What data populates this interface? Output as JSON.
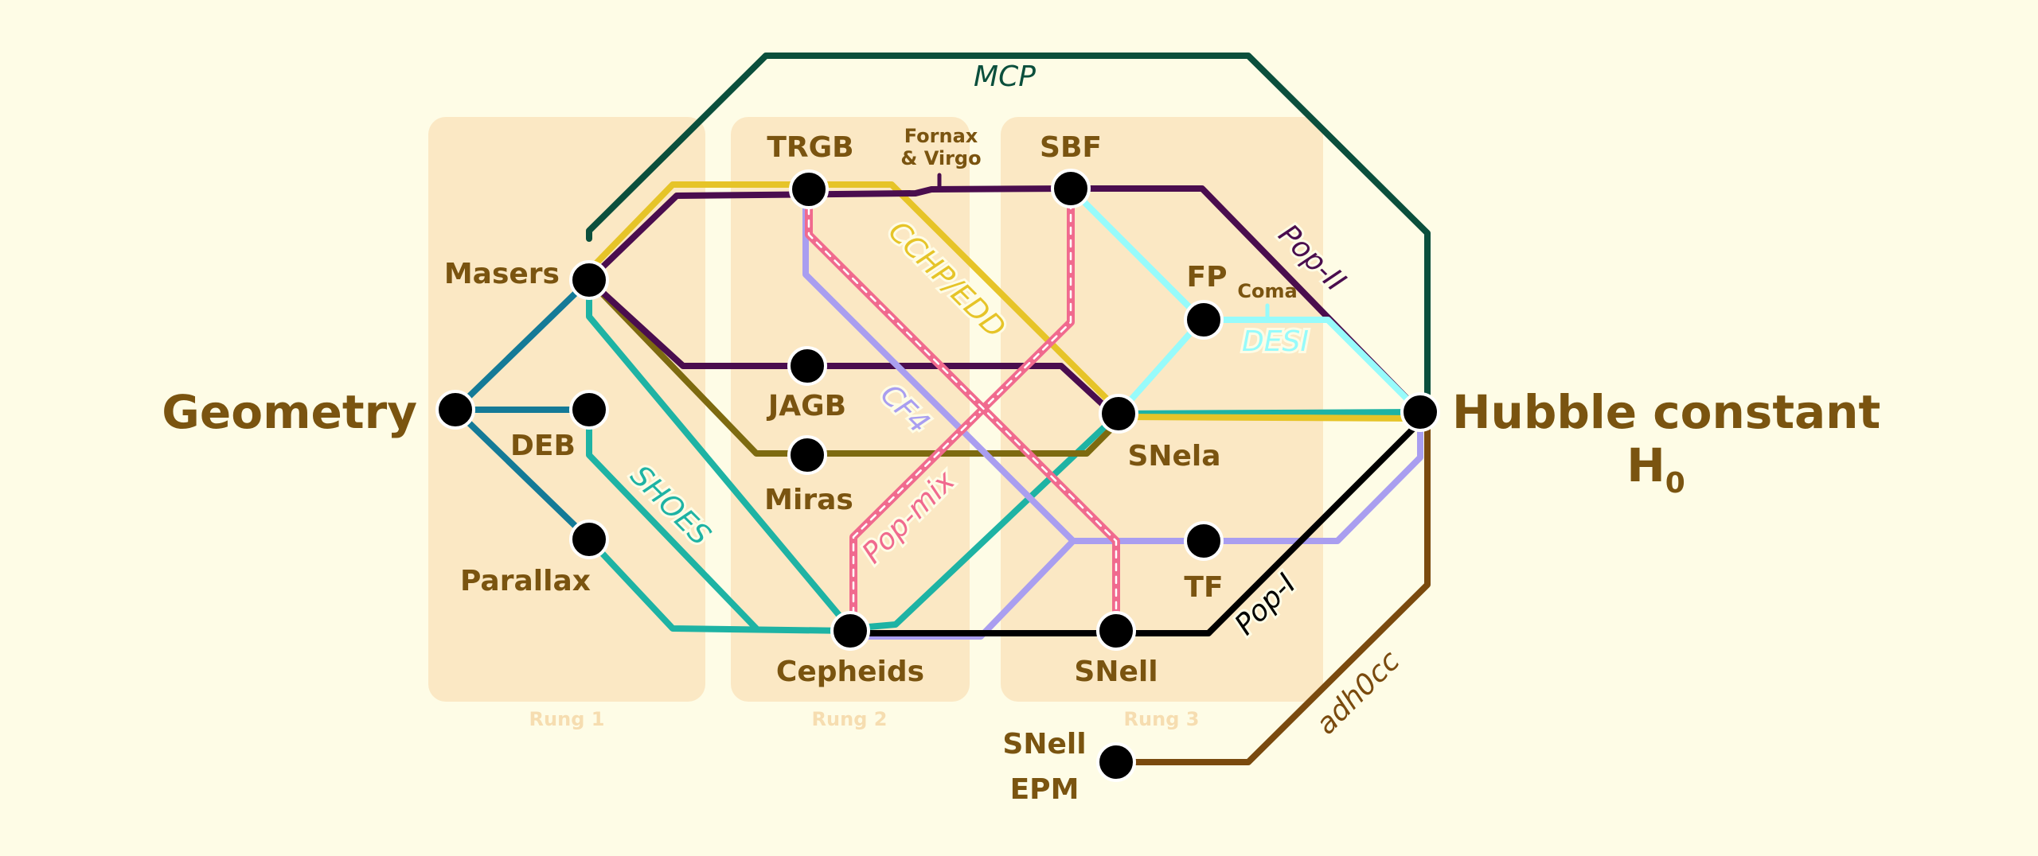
{
  "rungs": [
    "Rung 1",
    "Rung 2",
    "Rung 3"
  ],
  "endpoints": {
    "left": "Geometry",
    "right": "Hubble constant",
    "right_symbol": "H",
    "right_subscript": "0"
  },
  "nodes": {
    "masers": "Masers",
    "deb": "DEB",
    "parallax": "Parallax",
    "trgb": "TRGB",
    "jagb": "JAGB",
    "miras": "Miras",
    "cepheids": "Cepheids",
    "sbf": "SBF",
    "fp": "FP",
    "snia": "SNela",
    "tf": "TF",
    "snii": "SNell",
    "snii_epm_1": "SNell",
    "snii_epm_2": "EPM"
  },
  "annotations": {
    "fornax_1": "Fornax",
    "fornax_2": "& Virgo",
    "coma": "Coma"
  },
  "lines": {
    "mcp": {
      "label": "MCP",
      "color": "#0b4f3c"
    },
    "cchp": {
      "label": "CCHP/EDD",
      "color": "#e6c428"
    },
    "pop2": {
      "label": "Pop-II",
      "color": "#4a0d4e"
    },
    "shoes": {
      "label": "SHOES",
      "color": "#1eb3a4"
    },
    "cf4": {
      "label": "CF4",
      "color": "#a99ef0"
    },
    "popmix": {
      "label": "Pop-mix",
      "color": "#f06a8e"
    },
    "desi": {
      "label": "DESI",
      "color": "#97fbfb"
    },
    "pop1": {
      "label": "Pop-I",
      "color": "#000000"
    },
    "adh0cc": {
      "label": "adh0cc",
      "color": "#7a4a0e"
    },
    "geometry": {
      "color": "#147a97"
    },
    "miras": {
      "color": "#7d6a10"
    }
  }
}
